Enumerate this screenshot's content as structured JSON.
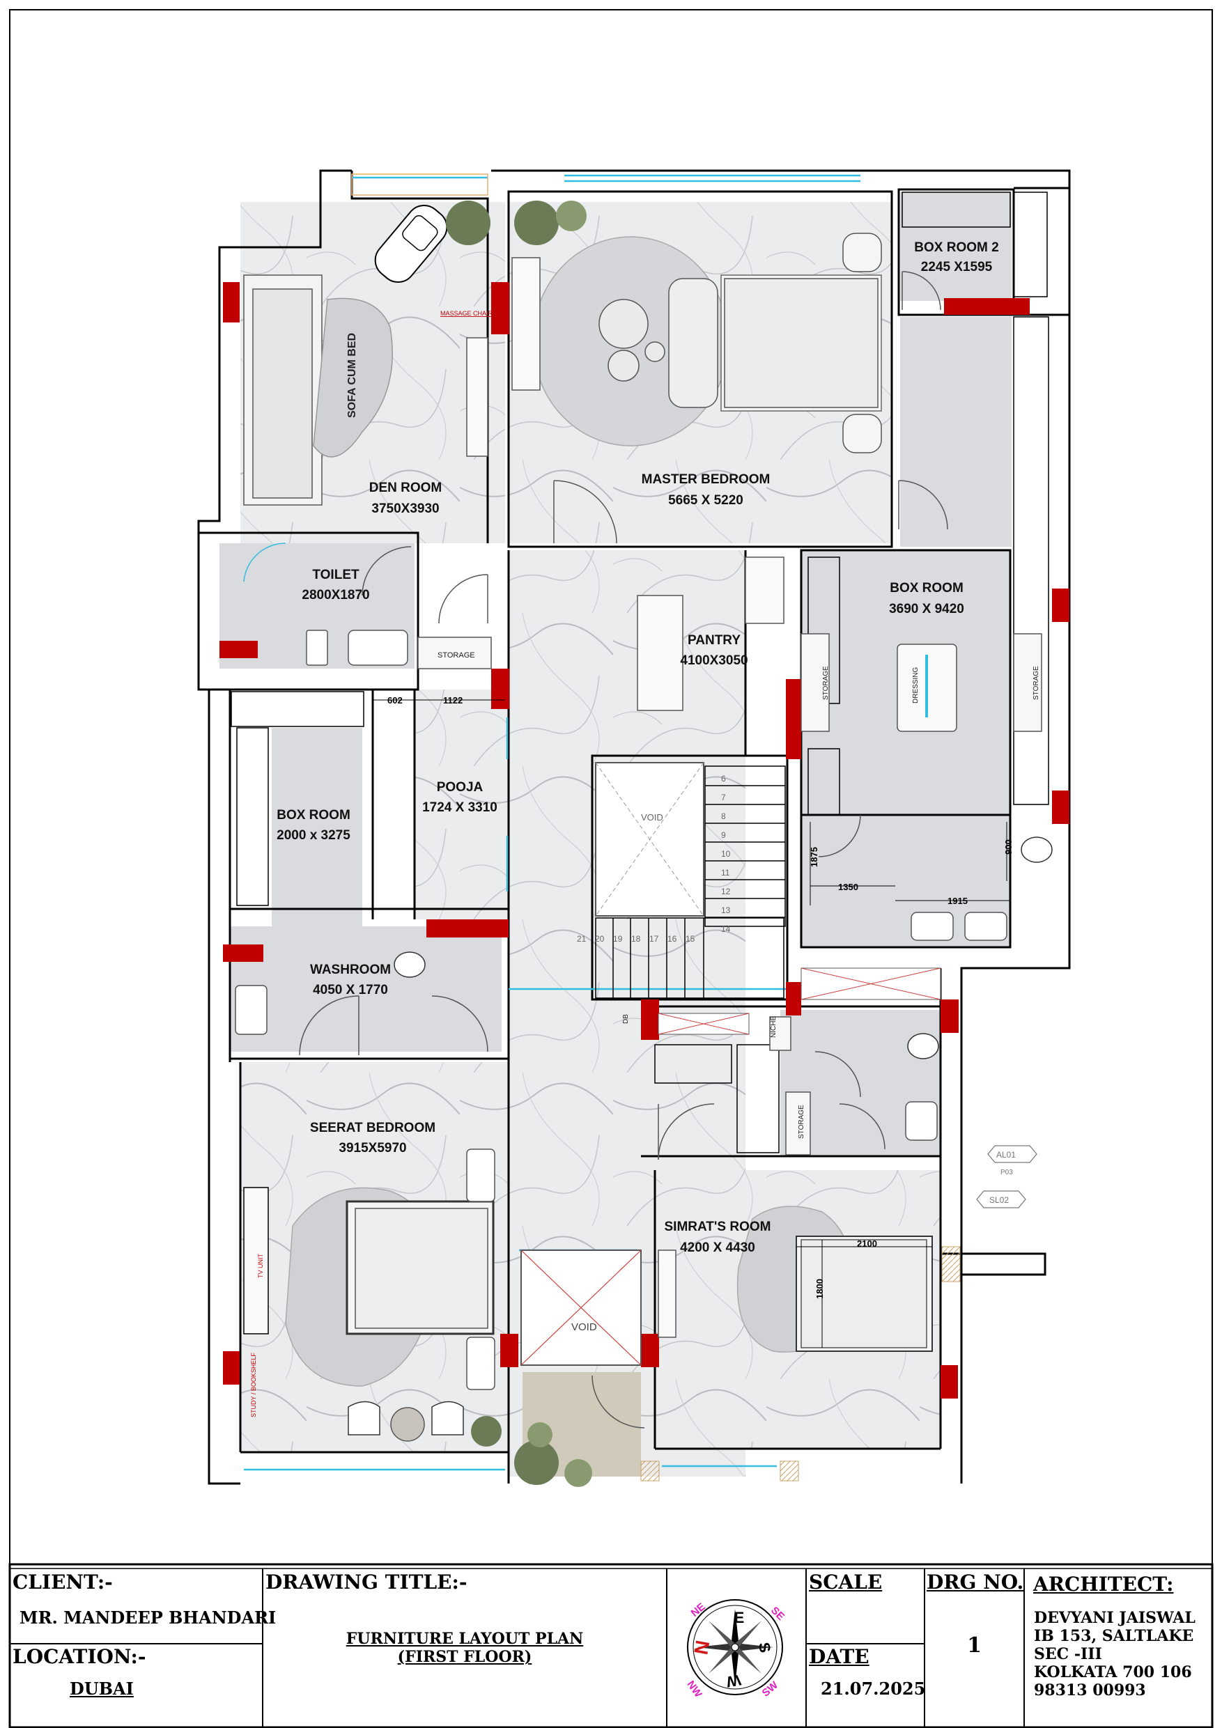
{
  "rooms": {
    "den": {
      "name": "DEN ROOM",
      "dim": "3750X3930"
    },
    "master": {
      "name": "MASTER BEDROOM",
      "dim": "5665 X 5220"
    },
    "box2": {
      "name": "BOX ROOM 2",
      "dim": "2245 X1595"
    },
    "toilet": {
      "name": "TOILET",
      "dim": "2800X1870"
    },
    "pantry": {
      "name": "PANTRY",
      "dim": "4100X3050"
    },
    "boxroom_right": {
      "name": "BOX ROOM",
      "dim": "3690 X 9420"
    },
    "pooja": {
      "name": "POOJA",
      "dim": "1724 X 3310"
    },
    "boxroom_left": {
      "name": "BOX ROOM",
      "dim": "2000 x 3275"
    },
    "washroom": {
      "name": "WASHROOM",
      "dim": "4050 X 1770"
    },
    "seerat": {
      "name": "SEERAT BEDROOM",
      "dim": "3915X5970"
    },
    "simrat": {
      "name": "SIMRAT'S ROOM",
      "dim": "4200 X 4430"
    }
  },
  "labels": {
    "sofa": "SOFA CUM BED",
    "massage": "MASSAGE CHAIR",
    "storage": "STORAGE",
    "dressing": "DRESSING",
    "void": "VOID",
    "niche": "NICHE",
    "tv_unit": "TV UNIT",
    "study": "STUDY / BOOKSHELF",
    "db": "DB",
    "al01": "AL01",
    "p03": "P03",
    "sl02": "SL02"
  },
  "dimensions": {
    "d602": "602",
    "d1122": "1122",
    "d1875": "1875",
    "d1350": "1350",
    "d1915": "1915",
    "d900": "900",
    "d2100": "2100",
    "d1800": "1800"
  },
  "stairs": {
    "upper": [
      "6",
      "7",
      "8",
      "9",
      "10",
      "11",
      "12",
      "13",
      "14"
    ],
    "lower": [
      "21",
      "20",
      "19",
      "18",
      "17",
      "16",
      "15"
    ]
  },
  "compass": {
    "N": "N",
    "E": "E",
    "S": "S",
    "W": "W",
    "NE": "NE",
    "SE": "SE",
    "SW": "SW",
    "NW": "NW"
  },
  "title_block": {
    "client_label": "CLIENT:-",
    "client_value": "MR.  MANDEEP BHANDARI",
    "location_label": "LOCATION:-",
    "location_value": "DUBAI",
    "drawing_title_label": "DRAWING TITLE:-",
    "drawing_title_line1": "FURNITURE LAYOUT PLAN",
    "drawing_title_line2": "(FIRST FLOOR)",
    "scale_label": "SCALE",
    "date_label": "DATE",
    "date_value": "21.07.2025",
    "drg_label": "DRG NO.",
    "drg_value": "1",
    "architect_label": "ARCHITECT:",
    "architect_lines": [
      "DEVYANI JAISWAL",
      "IB 153, SALTLAKE",
      "SEC -III",
      "KOLKATA 700 106",
      "98313 00993"
    ]
  },
  "colors": {
    "wall": "#000000",
    "marble": "#e9eaec",
    "tile": "#d7d9dc",
    "column": "#c00000",
    "glass": "#33bde0"
  }
}
